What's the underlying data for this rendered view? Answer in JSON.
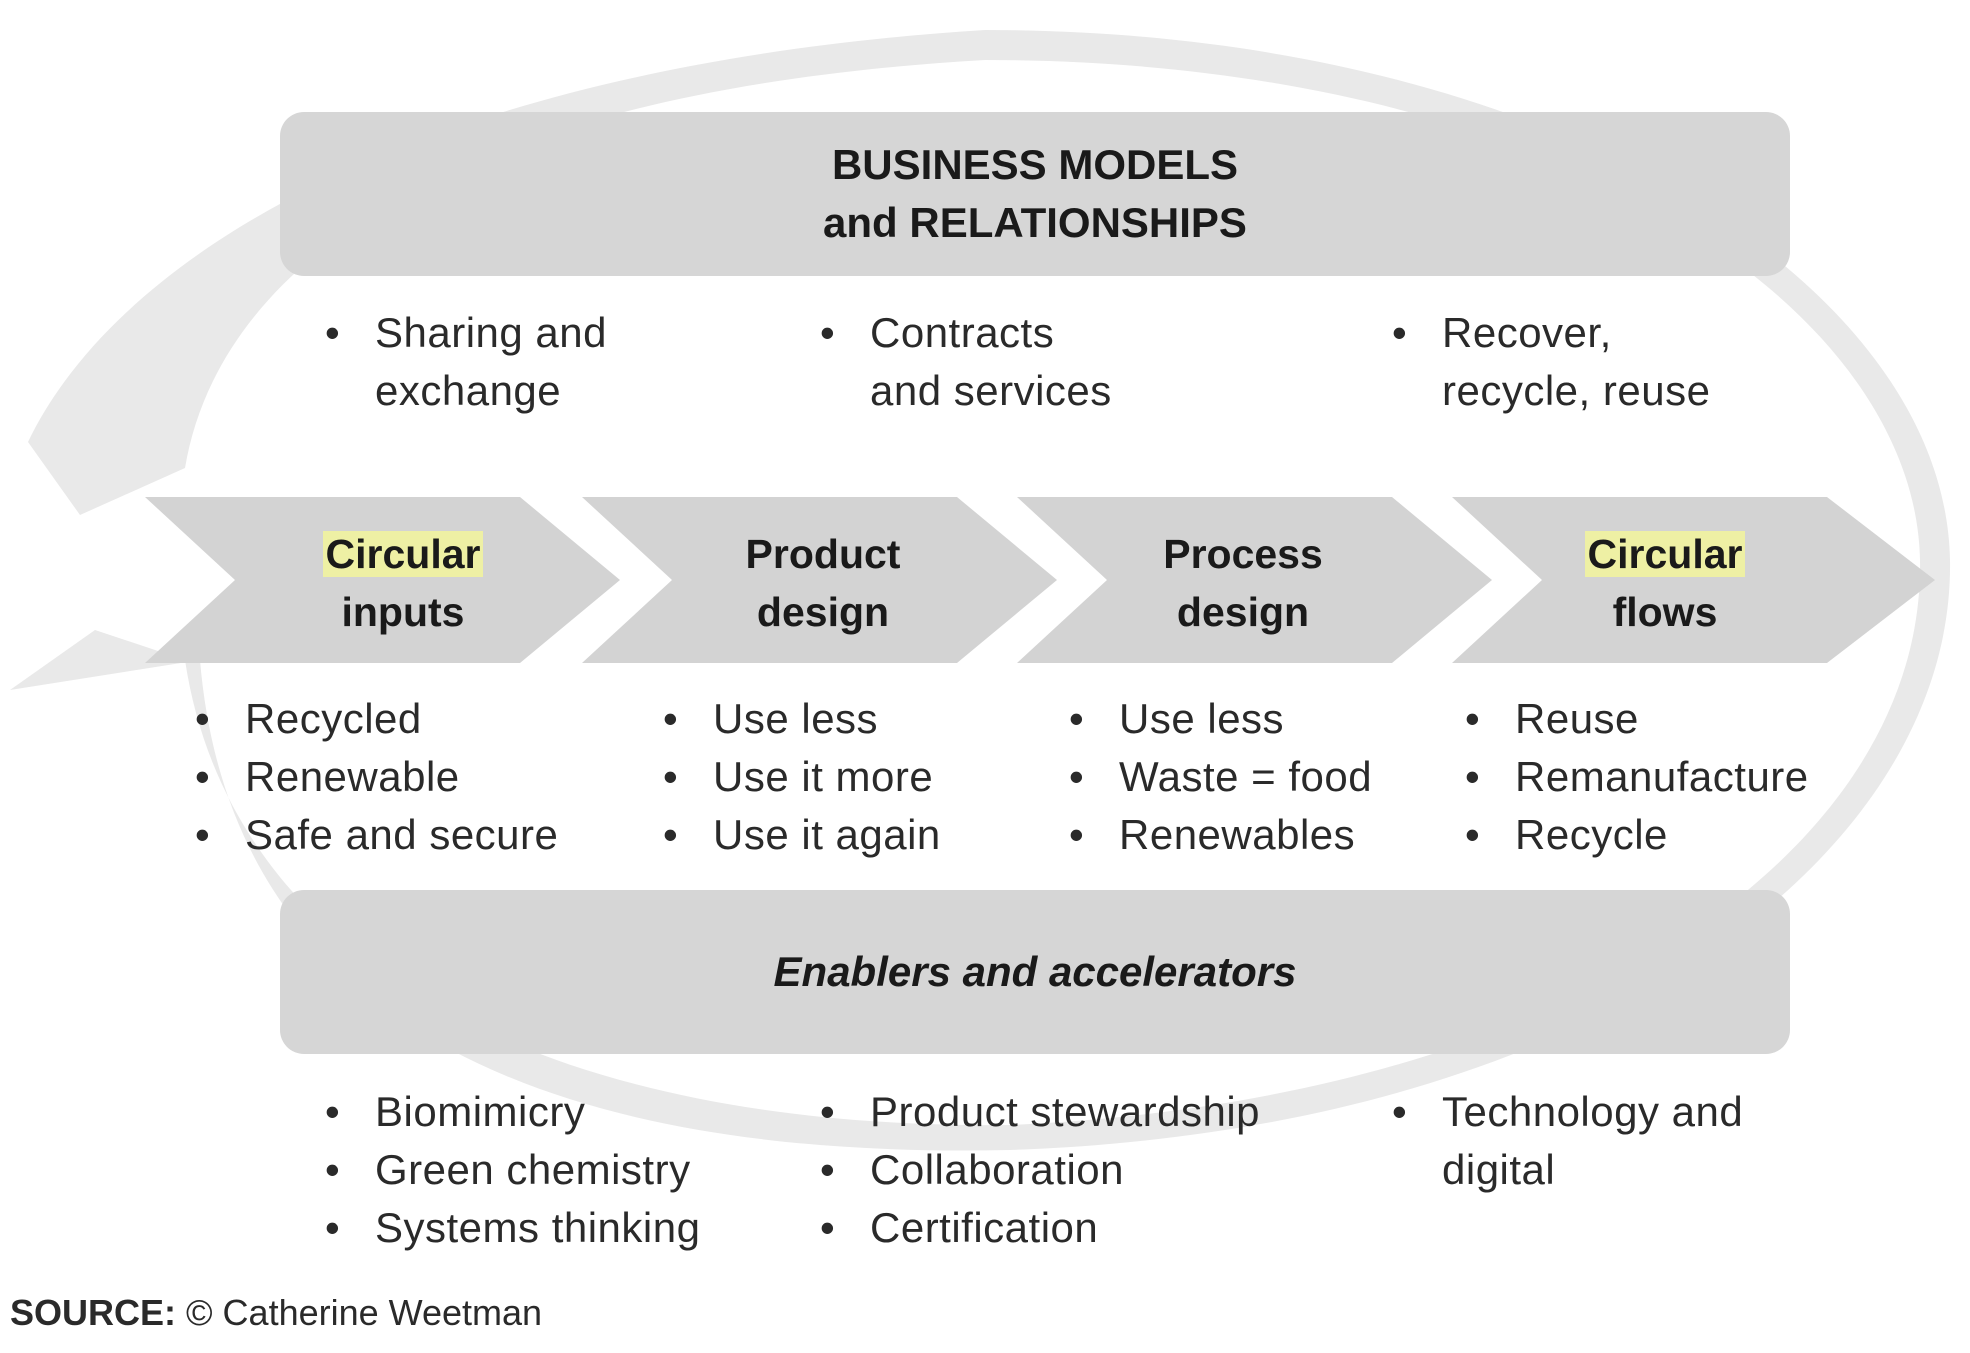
{
  "colors": {
    "ring": "#e9e9e9",
    "box": "#d6d6d6",
    "chevron": "#d3d3d3",
    "highlight": "#eef0a4",
    "text": "#1a1a1a"
  },
  "top_box": {
    "line1": "BUSINESS MODELS",
    "line2": "and RELATIONSHIPS"
  },
  "top_items": [
    [
      "Sharing and",
      "exchange"
    ],
    [
      "Contracts",
      "and services"
    ],
    [
      "Recover,",
      "recycle, reuse"
    ]
  ],
  "stages": [
    {
      "line1": "Circular",
      "line2": "inputs",
      "highlight_line1": true
    },
    {
      "line1": "Product",
      "line2": "design",
      "highlight_line1": false
    },
    {
      "line1": "Process",
      "line2": "design",
      "highlight_line1": false
    },
    {
      "line1": "Circular",
      "line2": "flows",
      "highlight_line1": true
    }
  ],
  "stage_items": [
    [
      "Recycled",
      "Renewable",
      "Safe and secure"
    ],
    [
      "Use less",
      "Use it more",
      "Use it again"
    ],
    [
      "Use less",
      "Waste = food",
      "Renewables"
    ],
    [
      "Reuse",
      "Remanufacture",
      "Recycle"
    ]
  ],
  "bottom_box": {
    "label": "Enablers and accelerators"
  },
  "bottom_items": [
    [
      "Biomimicry",
      "Green chemistry",
      "Systems thinking"
    ],
    [
      "Product stewardship",
      "Collaboration",
      "Certification"
    ],
    [
      "Technology and digital"
    ]
  ],
  "source": {
    "label": "SOURCE:",
    "text": "© Catherine Weetman"
  }
}
